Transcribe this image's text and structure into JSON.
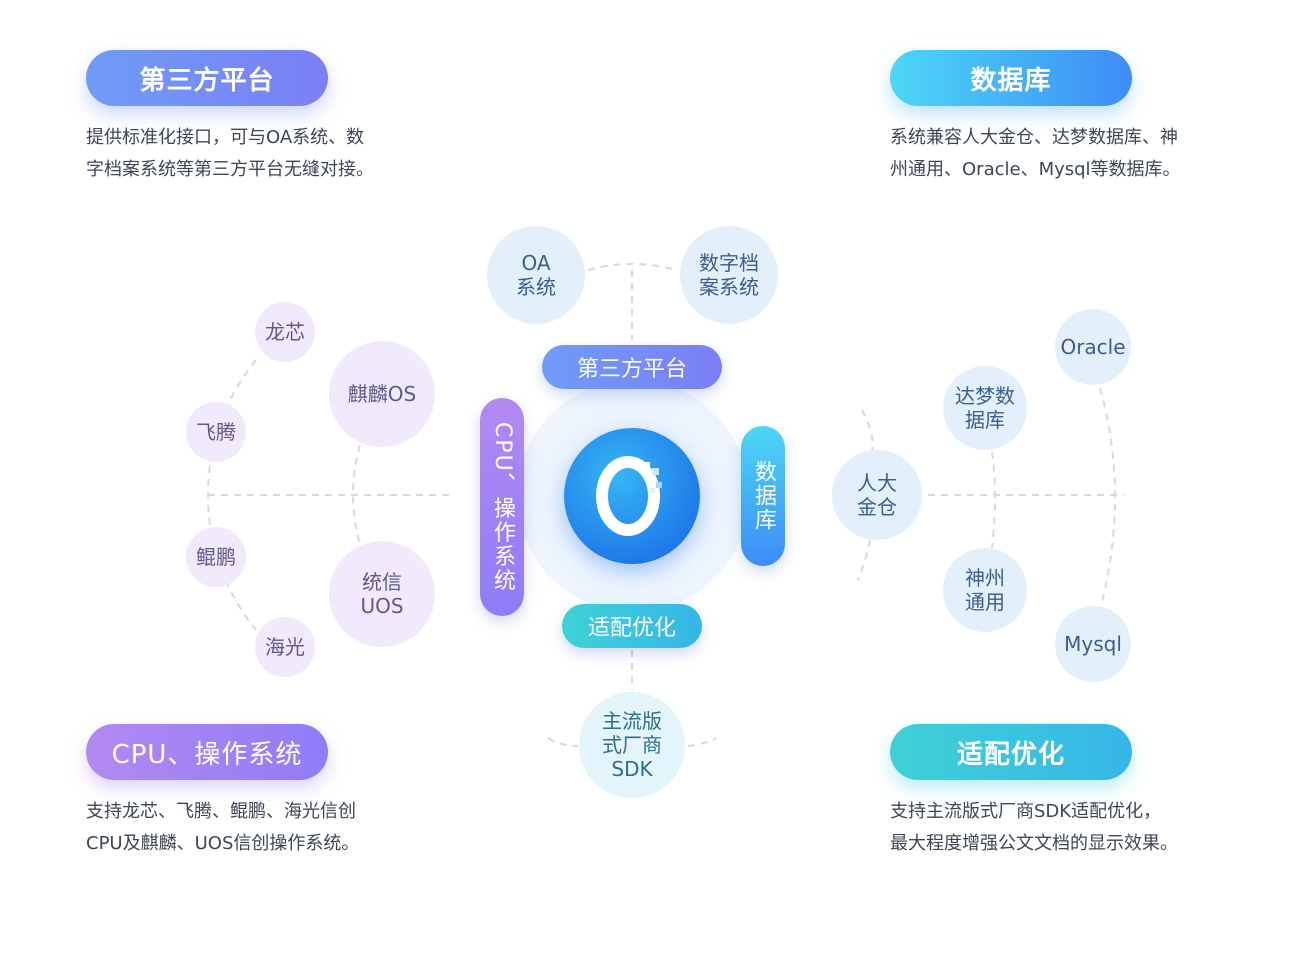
{
  "sections": {
    "third_party": {
      "title": "第三方平台",
      "desc": [
        "提供标准化接口，可与OA系统、数",
        "字档案系统等第三方平台无缝对接。"
      ],
      "color_from": "#6f9cf6",
      "color_to": "#7b7ff5"
    },
    "database": {
      "title": "数据库",
      "desc": [
        "系统兼容人大金仓、达梦数据库、神",
        "州通用、Oracle、Mysql等数据库。"
      ],
      "color_from": "#4dd7f5",
      "color_to": "#3d8cf7"
    },
    "cpu_os": {
      "title": "CPU、操作系统",
      "desc": [
        "支持龙芯、飞腾、鲲鹏、海光信创",
        "CPU及麒麟、UOS信创操作系统。"
      ],
      "color_from": "#b389f2",
      "color_to": "#8f7cf7"
    },
    "adapt": {
      "title": "适配优化",
      "desc": [
        "支持主流版式厂商SDK适配优化，",
        "最大程度增强公文文档的显示效果。"
      ],
      "color_from": "#3fd1d6",
      "color_to": "#36b6e8"
    }
  },
  "hub": {
    "top": "第三方平台",
    "left": "CPU、操作系统",
    "right": "数据库",
    "bottom": "适配优化",
    "logo": "logo-icon"
  },
  "nodes": {
    "oa": [
      "OA",
      "系统"
    ],
    "archive": [
      "数字档",
      "案系统"
    ],
    "loongson": [
      "龙芯"
    ],
    "phytium": [
      "飞腾"
    ],
    "kunpeng": [
      "鲲鹏"
    ],
    "hygon": [
      "海光"
    ],
    "kylin": [
      "麒麟OS"
    ],
    "uos": [
      "统信",
      "UOS"
    ],
    "oracle": [
      "Oracle"
    ],
    "dameng": [
      "达梦数",
      "据库"
    ],
    "kingbase": [
      "人大",
      "金仓"
    ],
    "shenzhou": [
      "神州",
      "通用"
    ],
    "mysql": [
      "Mysql"
    ],
    "sdk": [
      "主流版",
      "式厂商",
      "SDK"
    ]
  }
}
